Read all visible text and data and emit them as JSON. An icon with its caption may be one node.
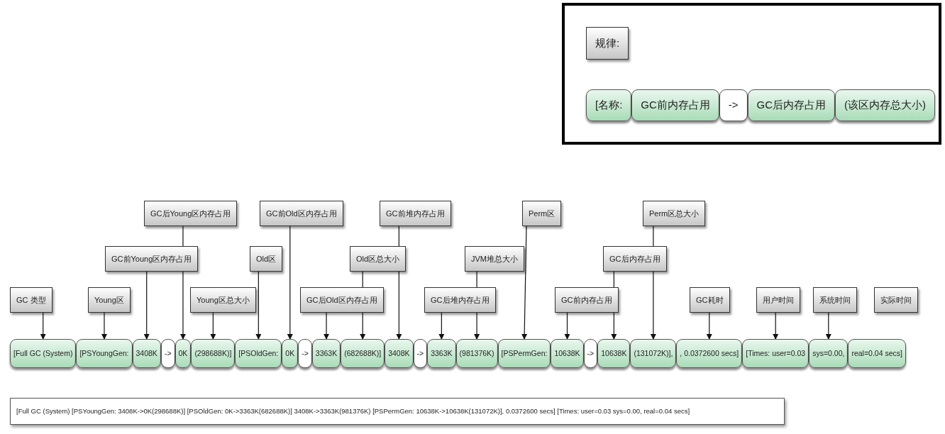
{
  "diagram": {
    "nodes": [
      {
        "text": [],
        "shape": "box"
      },
      {
        "text": [
          "规律:"
        ],
        "in": 0
      },
      {
        "text": [
          "[名称:"
        ],
        "in": 0
      },
      {
        "text": [
          "GC前内存占用"
        ],
        "in": 0
      },
      {
        "text": [
          "->"
        ],
        "in": 0
      },
      {
        "text": [
          "GC后内存占用"
        ],
        "in": 0
      },
      {
        "text": [
          "(该区内存总大小)"
        ],
        "in": 0
      },
      {
        "text": [
          "[Full GC (System)"
        ]
      },
      {
        "text": [
          "[PSYoungGen:"
        ]
      },
      {
        "text": [
          "3408K"
        ]
      },
      {
        "text": [
          "->"
        ]
      },
      {
        "text": [
          "0K"
        ]
      },
      {
        "text": [
          "(298688K)]"
        ]
      },
      {
        "text": [
          "[PSOldGen:"
        ]
      },
      {
        "text": [
          "0K"
        ]
      },
      {
        "text": [
          "->"
        ]
      },
      {
        "text": [
          "3363K"
        ]
      },
      {
        "text": [
          "(682688K)]"
        ]
      },
      {
        "text": [
          "3408K"
        ]
      },
      {
        "text": [
          "->"
        ]
      },
      {
        "text": [
          "3363K"
        ]
      },
      {
        "text": [
          "(981376K)"
        ]
      },
      {
        "text": [
          "[PSPermGen:"
        ]
      },
      {
        "text": [
          "10638K"
        ]
      },
      {
        "text": [
          "->"
        ]
      },
      {
        "text": [
          "10638K"
        ]
      },
      {
        "text": [
          "(131072K)],"
        ]
      },
      {
        "text": [
          ", 0.0372600 secs]"
        ]
      },
      {
        "text": [
          "[Times: user=0.03"
        ]
      },
      {
        "text": [
          "sys=0.00,"
        ]
      },
      {
        "text": [
          "real=0.04 secs]"
        ]
      },
      {
        "text": [
          "GC 类型"
        ]
      },
      {
        "text": [
          "Young区"
        ]
      },
      {
        "text": [
          "GC前Young区内存占用"
        ]
      },
      {
        "text": [
          "GC后Young区内存占用"
        ]
      },
      {
        "text": [
          "Young区总大小"
        ]
      },
      {
        "text": [
          "Old区"
        ]
      },
      {
        "text": [
          "GC前Old区内存占用"
        ]
      },
      {
        "text": [
          "GC后Old区内存占用"
        ]
      },
      {
        "text": [
          "Old区总大小"
        ]
      },
      {
        "text": [
          "GC前堆内存占用"
        ]
      },
      {
        "text": [
          "GC后堆内存占用"
        ]
      },
      {
        "text": [
          "JVM堆总大小"
        ]
      },
      {
        "text": [
          "Perm区"
        ]
      },
      {
        "text": [
          "GC前内存占用"
        ]
      },
      {
        "text": [
          "GC后内存占用"
        ]
      },
      {
        "text": [
          "Perm区总大小"
        ]
      },
      {
        "text": [
          "GC耗时"
        ]
      },
      {
        "text": [
          "用户时间"
        ]
      },
      {
        "text": [
          "系统时间"
        ]
      },
      {
        "text": [
          "实际时间"
        ]
      },
      {
        "text": [
          "[Full GC (System) [PSYoungGen: 3408K->0K(298688K)] [PSOldGen: 0K->3363K(682688K)] 3408K->3363K(981376K) [PSPermGen: 10638K->10638K(131072K)], 0.0372600 secs] [Times: user=0.03 sys=0.00, real=0.04 secs]"
        ]
      }
    ],
    "edges": [
      {
        "from": 31,
        "to": 7,
        "arrow": "to"
      },
      {
        "from": 32,
        "to": 8,
        "arrow": "to"
      },
      {
        "from": 33,
        "to": 9,
        "arrow": "to"
      },
      {
        "from": 34,
        "to": 11,
        "arrow": "to"
      },
      {
        "from": 35,
        "to": 12,
        "arrow": "to"
      },
      {
        "from": 36,
        "to": 13,
        "arrow": "to"
      },
      {
        "from": 37,
        "to": 14,
        "arrow": "to"
      },
      {
        "from": 38,
        "to": 16,
        "arrow": "to"
      },
      {
        "from": 39,
        "to": 17,
        "arrow": "to"
      },
      {
        "from": 40,
        "to": 18,
        "arrow": "to"
      },
      {
        "from": 41,
        "to": 20,
        "arrow": "to"
      },
      {
        "from": 42,
        "to": 21,
        "arrow": "to"
      },
      {
        "from": 43,
        "to": 22,
        "arrow": "to"
      },
      {
        "from": 44,
        "to": 23,
        "arrow": "to"
      },
      {
        "from": 45,
        "to": 25,
        "arrow": "to"
      },
      {
        "from": 46,
        "to": 26,
        "arrow": "to"
      },
      {
        "from": 47,
        "to": 27,
        "arrow": "to"
      },
      {
        "from": 48,
        "to": 28,
        "arrow": "to"
      },
      {
        "from": 49,
        "to": 29,
        "arrow": "to"
      }
    ]
  }
}
